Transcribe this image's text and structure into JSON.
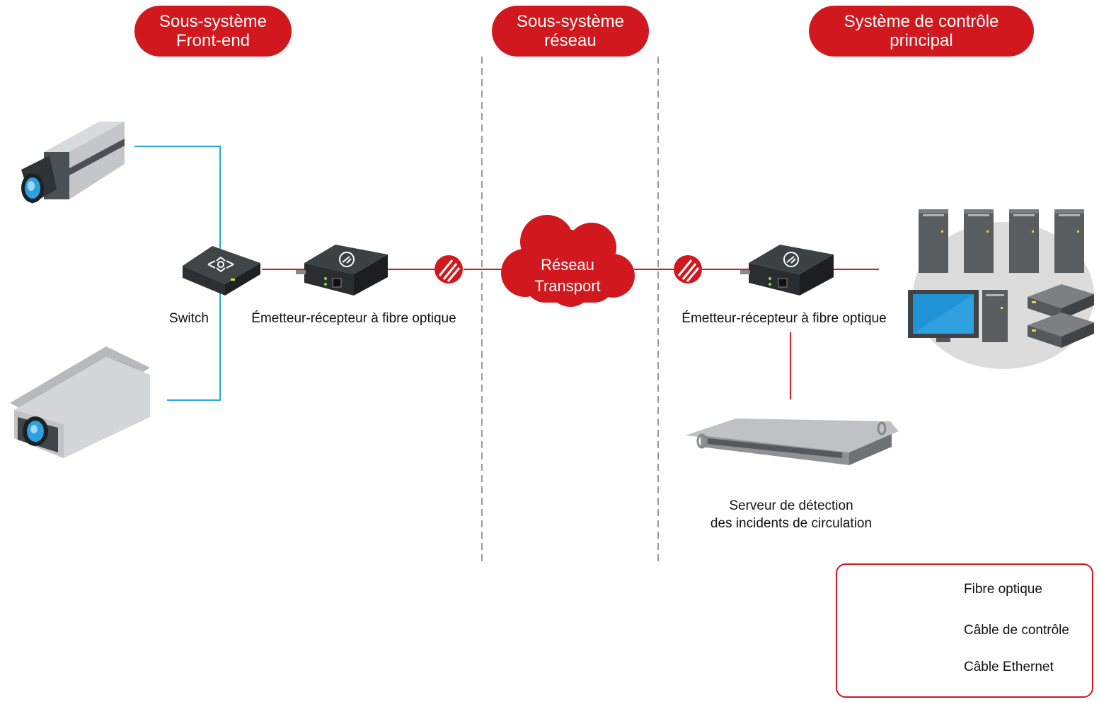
{
  "headers": {
    "front_end": "Sous-système\nFront-end",
    "network": "Sous-système\nréseau",
    "control": "Système de contrôle\nprincipal"
  },
  "nodes": {
    "switch_label": "Switch",
    "transceiver_left_label": "Émetteur-récepteur à fibre optique",
    "cloud_label": "Réseau\nTransport",
    "transceiver_right_label": "Émetteur-récepteur à fibre optique",
    "server_label": "Serveur de détection\ndes incidents de circulation"
  },
  "legend": {
    "fiber": "Fibre optique",
    "control_cable": "Câble de contrôle",
    "ethernet": "Câble Ethernet"
  },
  "colors": {
    "accent_red": "#d0181e",
    "ethernet_blue": "#29a8e0",
    "divider_gray": "#9a9a9a"
  }
}
